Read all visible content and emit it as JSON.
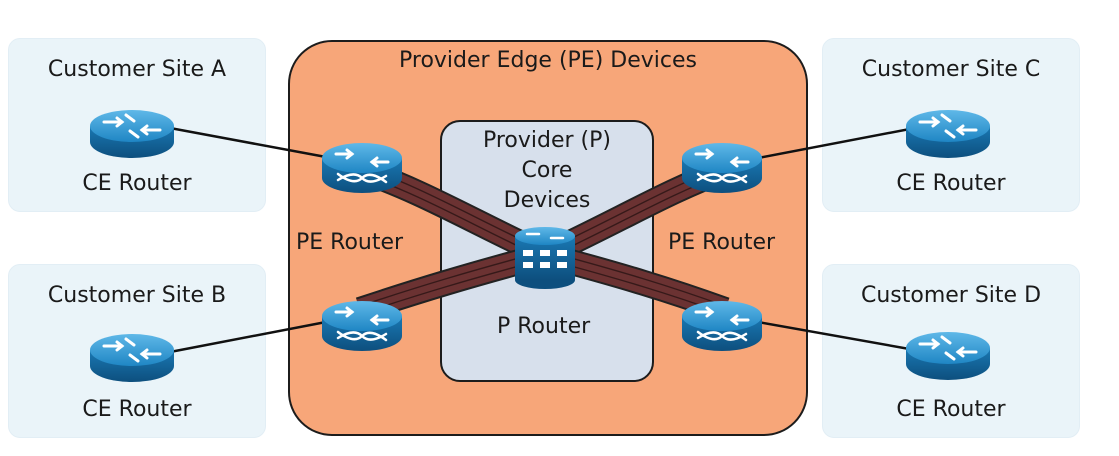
{
  "sites": {
    "a": {
      "title": "Customer Site A",
      "router_label": "CE Router"
    },
    "b": {
      "title": "Customer Site B",
      "router_label": "CE Router"
    },
    "c": {
      "title": "Customer Site C",
      "router_label": "CE Router"
    },
    "d": {
      "title": "Customer Site D",
      "router_label": "CE Router"
    }
  },
  "provider_edge": {
    "title": "Provider Edge (PE) Devices",
    "left_router_label": "PE Router",
    "right_router_label": "PE Router"
  },
  "provider_core": {
    "title_line1": "Provider (P)",
    "title_line2": "Core",
    "title_line3": "Devices",
    "router_label": "P Router"
  },
  "colors": {
    "site_bg": "#eaf4f9",
    "pe_bg": "#f7a679",
    "core_bg": "#d7e0ec",
    "tunnel": "#6b3232",
    "router": "#1f86c4"
  },
  "icons": [
    "router-icon",
    "core-router-icon"
  ]
}
